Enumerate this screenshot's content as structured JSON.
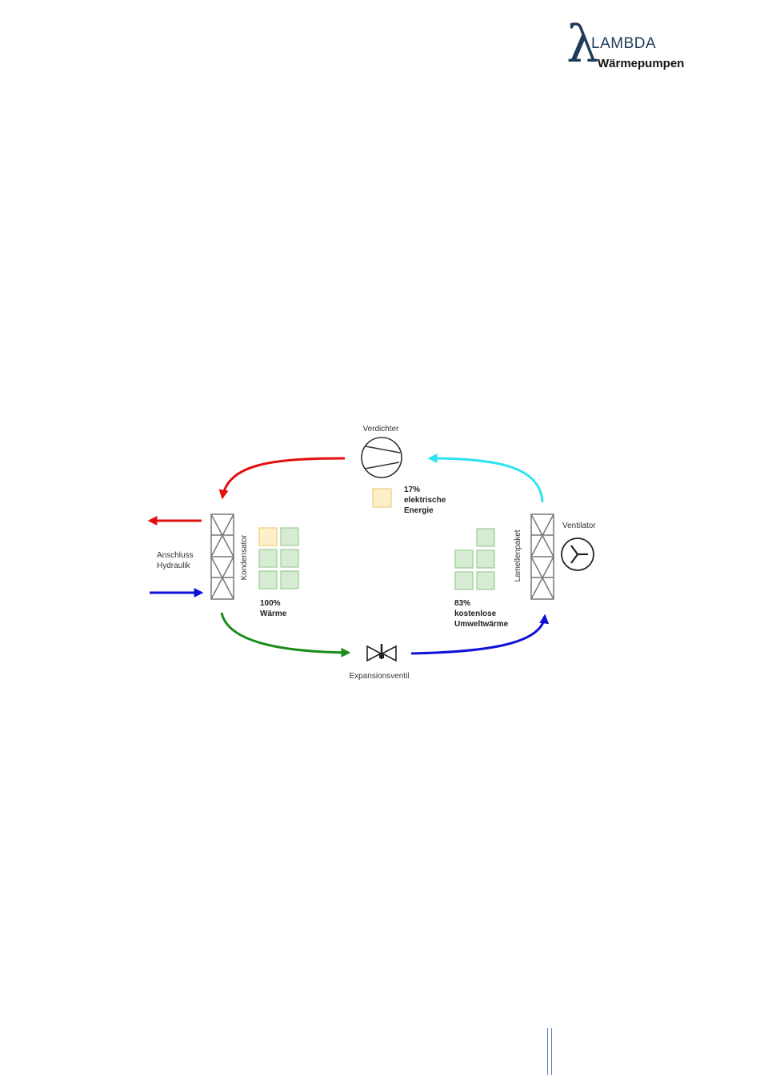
{
  "logo": {
    "symbol": "λ",
    "brand": "LAMBDA",
    "subtitle": "Wärmepumpen"
  },
  "diagram": {
    "compressor_label": "Verdichter",
    "electric_energy": [
      "17%",
      "elektrische",
      "Energie"
    ],
    "condenser_label": "Kondensator",
    "hydraulics_label": [
      "Anschluss",
      "Hydraulik"
    ],
    "heat_label": [
      "100%",
      "Wärme"
    ],
    "fin_pack_label": "Lamellenpaket",
    "fan_label": "Ventilator",
    "ambient_heat_label": [
      "83%",
      "kostenlose",
      "Umweltwärme"
    ],
    "expansion_valve_label": "Expansionsventil",
    "colors": {
      "hot": "#e31010",
      "cold": "#1010d8",
      "liquid": "#1a8c1a",
      "suction": "#29e4ee",
      "electric_fill": "#fdf0c8",
      "electric_stroke": "#f0cc80",
      "heat_fill": "#d6ecd2",
      "heat_stroke": "#9ccc94"
    }
  }
}
